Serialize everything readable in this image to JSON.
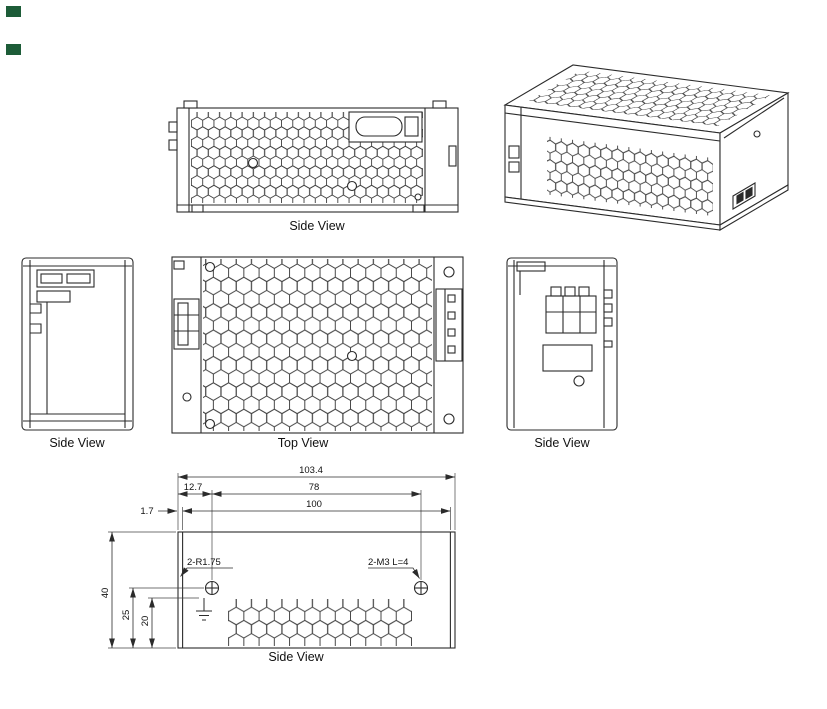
{
  "page": {
    "background": "#ffffff",
    "line_color": "#2b2b2b",
    "marker_color": "#1d5c38"
  },
  "views": {
    "top_side": {
      "label": "Side View"
    },
    "left_side": {
      "label": "Side View"
    },
    "top": {
      "label": "Top View"
    },
    "right_side": {
      "label": "Side View"
    },
    "bottom_side": {
      "label": "Side View"
    }
  },
  "dims": {
    "overall_width": "103.4",
    "hole_offset": "12.7",
    "hole_spacing": "78",
    "rail_offset": "1.7",
    "rail_span": "100",
    "overall_depth": "40",
    "hole_from_bottom": "25",
    "vent_from_bottom": "20",
    "corner_radius_note": "2-R1.75",
    "mounting_hole_note": "2-M3 L=4"
  }
}
